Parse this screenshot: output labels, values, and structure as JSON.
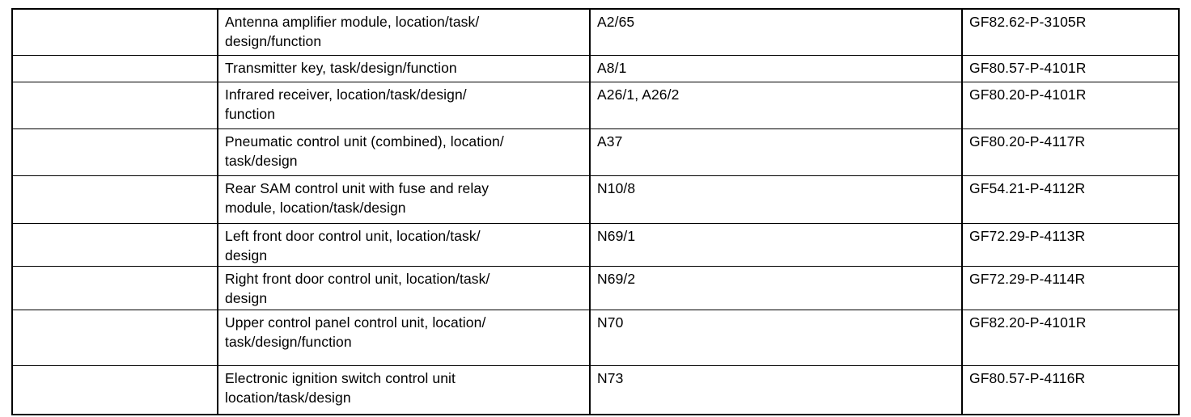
{
  "document": {
    "kind": "component-reference-table",
    "background_color": "#ffffff",
    "text_color": "#000000",
    "border_color": "#000000"
  },
  "table": {
    "columns": [
      {
        "key": "blank",
        "label": ""
      },
      {
        "key": "description",
        "label": ""
      },
      {
        "key": "component",
        "label": ""
      },
      {
        "key": "document",
        "label": ""
      }
    ],
    "rows": [
      {
        "blank": "",
        "description": "Antenna amplifier module, location/task/\ndesign/function",
        "component": "A2/65",
        "document": "GF82.62-P-3105R",
        "height": 56
      },
      {
        "blank": "",
        "description": "Transmitter key, task/design/function",
        "component": "A8/1",
        "document": "GF80.57-P-4101R",
        "height": 32
      },
      {
        "blank": "",
        "description": "Infrared receiver, location/task/design/\nfunction",
        "component": "A26/1, A26/2",
        "document": "GF80.20-P-4101R",
        "height": 57
      },
      {
        "blank": "",
        "description": "Pneumatic control unit (combined), location/\ntask/design",
        "component": "A37",
        "document": "GF80.20-P-4117R",
        "height": 57
      },
      {
        "blank": "",
        "description": "Rear SAM control unit with fuse and relay\nmodule, location/task/design",
        "component": "N10/8",
        "document": "GF54.21-P-4112R",
        "height": 58
      },
      {
        "blank": "",
        "description": "Left front door control unit, location/task/\ndesign",
        "component": "N69/1",
        "document": "GF72.29-P-4113R",
        "height": 52
      },
      {
        "blank": "",
        "description": "Right front door control unit, location/task/\ndesign",
        "component": "N69/2",
        "document": "GF72.29-P-4114R",
        "height": 53
      },
      {
        "blank": "",
        "description": "Upper control panel control unit, location/\ntask/design/function",
        "component": "N70",
        "document": "GF82.20-P-4101R",
        "height": 68
      },
      {
        "blank": "",
        "description": "Electronic ignition switch control unit\nlocation/task/design",
        "component": "N73",
        "document": "GF80.57-P-4116R",
        "height": 59
      }
    ]
  }
}
